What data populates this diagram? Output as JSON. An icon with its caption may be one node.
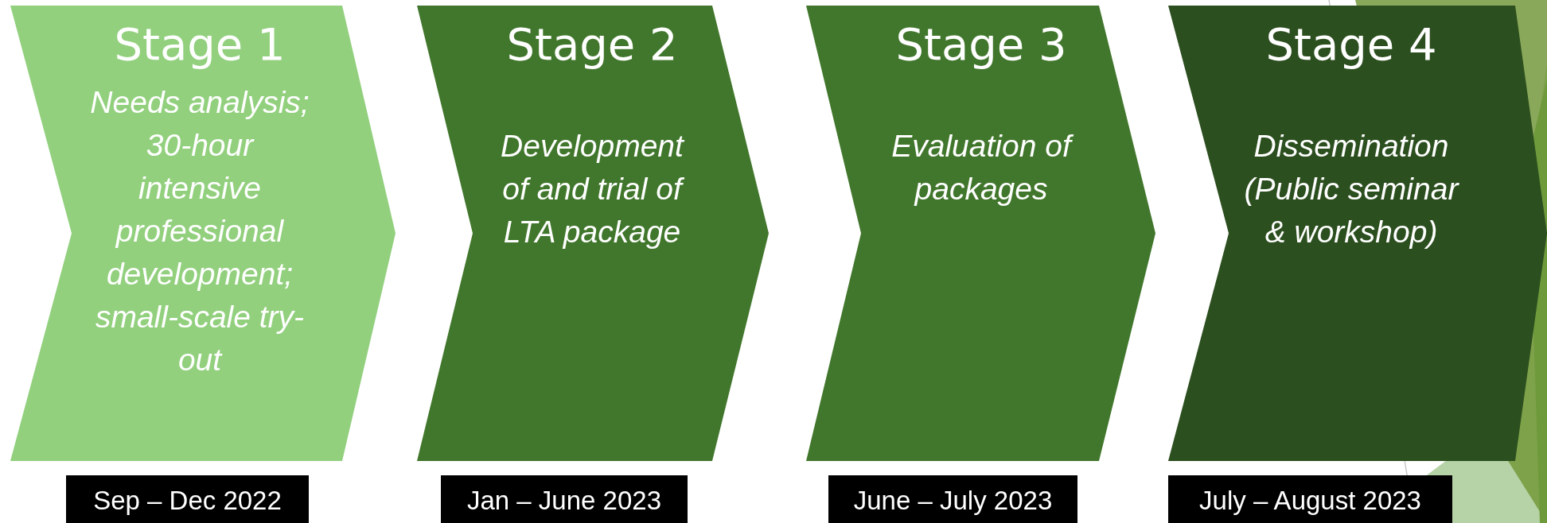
{
  "diagram": {
    "nodes": [
      {
        "text": [
          "Stage 1",
          "Needs analysis; 30-hour intensive professional development; small-scale try-out"
        ]
      },
      {
        "text": [
          "Stage 2",
          "Development of and trial of LTA package"
        ]
      },
      {
        "text": [
          "Stage 3",
          "Evaluation of packages"
        ]
      },
      {
        "text": [
          "Stage 4",
          "Dissemination (Public seminar & workshop)"
        ]
      },
      {
        "text": [
          "Sep – Dec 2022"
        ]
      },
      {
        "text": [
          "Jan – June 2023"
        ]
      },
      {
        "text": [
          "June – July 2023"
        ]
      },
      {
        "text": [
          "July – August 2023"
        ]
      }
    ]
  }
}
